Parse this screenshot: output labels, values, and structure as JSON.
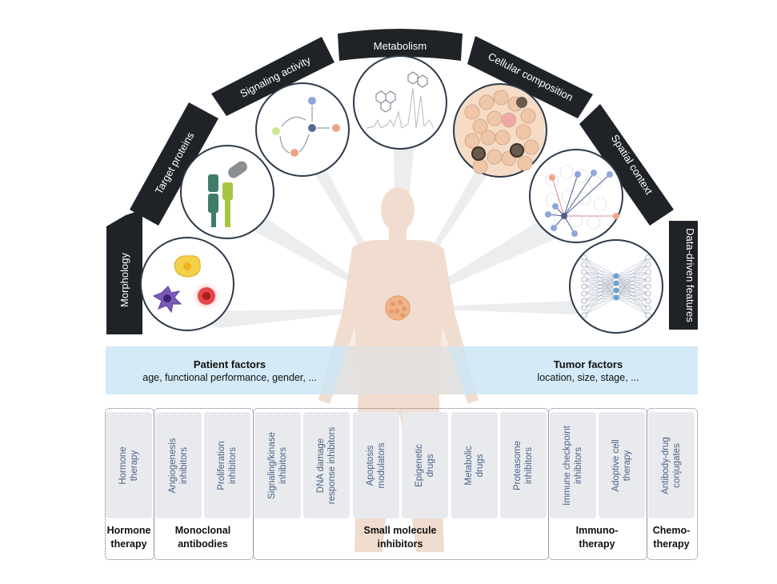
{
  "categories": [
    {
      "id": "morphology",
      "label": "Morphology"
    },
    {
      "id": "target-proteins",
      "label": "Target proteins"
    },
    {
      "id": "signaling-activity",
      "label": "Signaling activity"
    },
    {
      "id": "metabolism",
      "label": "Metabolism"
    },
    {
      "id": "cellular-composition",
      "label": "Cellular composition"
    },
    {
      "id": "spatial-context",
      "label": "Spatial context"
    },
    {
      "id": "data-driven-features",
      "label": "Data-driven features"
    }
  ],
  "patient_factors": {
    "title": "Patient factors",
    "text": "age, functional performance, gender, ..."
  },
  "tumor_factors": {
    "title": "Tumor factors",
    "text": "location, size, stage, ..."
  },
  "drugs": [
    {
      "label": "Hormone\ntherapy"
    },
    {
      "label": "Angiogenesis\ninhibitors"
    },
    {
      "label": "Proliferation\ninhibitors"
    },
    {
      "label": "Signaling/kinase\ninhibitors"
    },
    {
      "label": "DNA damage\nresponse inhibitors"
    },
    {
      "label": "Apoptosis\nmodulators"
    },
    {
      "label": "Epigenetic\ndrugs"
    },
    {
      "label": "Metabolic\ndrugs"
    },
    {
      "label": "Proteasome\ninhibitors"
    },
    {
      "label": "Immune checkpoint\ninhibitors"
    },
    {
      "label": "Adoptive cell\ntherapy"
    },
    {
      "label": "Antibody-drug\nconjugates"
    }
  ],
  "drug_groups": [
    {
      "label": "Hormone\ntherapy"
    },
    {
      "label": "Monoclonal\nantibodies"
    },
    {
      "label": "Small molecule\ninhibitors"
    },
    {
      "label": "Immuno-\ntherapy"
    },
    {
      "label": "Chemo-\ntherapy"
    }
  ],
  "colors": {
    "arc": "#1f2226",
    "band": "#cde6f4",
    "body": "#f1ddd0",
    "drug_box": "#e8eaed",
    "drug_text": "#4b6289"
  }
}
